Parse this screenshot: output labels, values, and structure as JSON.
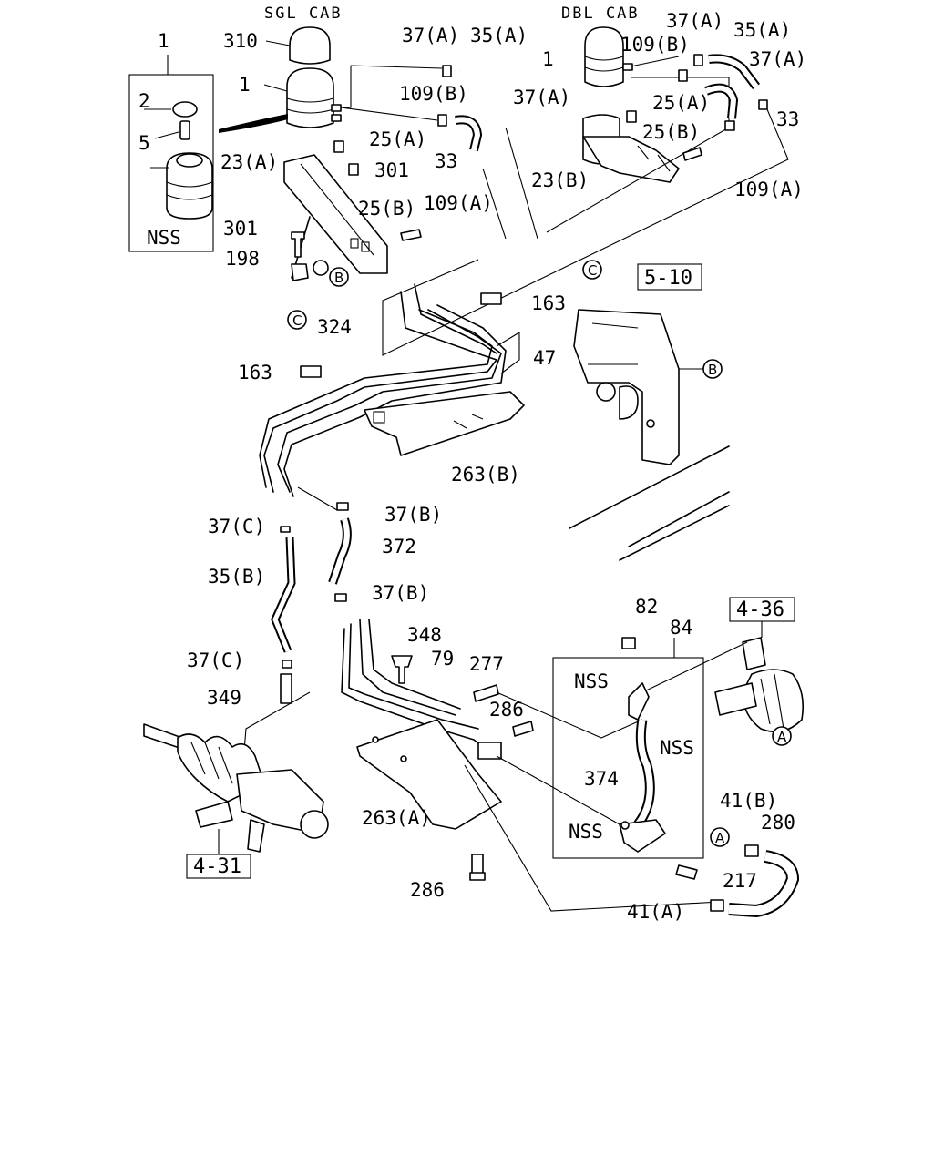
{
  "headers": {
    "sgl_cab": "SGL CAB",
    "dbl_cab": "DBL CAB"
  },
  "references": [
    "5-10",
    "4-36",
    "4-31"
  ],
  "circle_markers": {
    "A": "A",
    "B": "B",
    "C": "C"
  },
  "callouts": [
    {
      "id": "c1",
      "text": "1"
    },
    {
      "id": "c310",
      "text": "310"
    },
    {
      "id": "c1b",
      "text": "1"
    },
    {
      "id": "c2",
      "text": "2"
    },
    {
      "id": "c5",
      "text": "5"
    },
    {
      "id": "cnss1",
      "text": "NSS"
    },
    {
      "id": "c37a1",
      "text": "37(A)"
    },
    {
      "id": "c35a1",
      "text": "35(A)"
    },
    {
      "id": "c109b1",
      "text": "109(B)"
    },
    {
      "id": "c37a2",
      "text": "37(A)"
    },
    {
      "id": "c25a1",
      "text": "25(A)"
    },
    {
      "id": "c23a",
      "text": "23(A)"
    },
    {
      "id": "c301a",
      "text": "301"
    },
    {
      "id": "c33a",
      "text": "33"
    },
    {
      "id": "c109a1",
      "text": "109(A)"
    },
    {
      "id": "c25b1",
      "text": "25(B)"
    },
    {
      "id": "c301b",
      "text": "301"
    },
    {
      "id": "c198",
      "text": "198"
    },
    {
      "id": "c324",
      "text": "324"
    },
    {
      "id": "c1c",
      "text": "1"
    },
    {
      "id": "c109b2",
      "text": "109(B)"
    },
    {
      "id": "c37a3",
      "text": "37(A)"
    },
    {
      "id": "c35a2",
      "text": "35(A)"
    },
    {
      "id": "c37a4",
      "text": "37(A)"
    },
    {
      "id": "c25a2",
      "text": "25(A)"
    },
    {
      "id": "c25b2",
      "text": "25(B)"
    },
    {
      "id": "c33b",
      "text": "33"
    },
    {
      "id": "c23b",
      "text": "23(B)"
    },
    {
      "id": "c109a2",
      "text": "109(A)"
    },
    {
      "id": "c163a",
      "text": "163"
    },
    {
      "id": "c47",
      "text": "47"
    },
    {
      "id": "c163b",
      "text": "163"
    },
    {
      "id": "c263b",
      "text": "263(B)"
    },
    {
      "id": "c37b1",
      "text": "37(B)"
    },
    {
      "id": "c37c1",
      "text": "37(C)"
    },
    {
      "id": "c372",
      "text": "372"
    },
    {
      "id": "c35b",
      "text": "35(B)"
    },
    {
      "id": "c37b2",
      "text": "37(B)"
    },
    {
      "id": "c348",
      "text": "348"
    },
    {
      "id": "c79",
      "text": "79"
    },
    {
      "id": "c37c2",
      "text": "37(C)"
    },
    {
      "id": "c349",
      "text": "349"
    },
    {
      "id": "c277",
      "text": "277"
    },
    {
      "id": "c286a",
      "text": "286"
    },
    {
      "id": "c263a",
      "text": "263(A)"
    },
    {
      "id": "c286b",
      "text": "286"
    },
    {
      "id": "c82",
      "text": "82"
    },
    {
      "id": "c84",
      "text": "84"
    },
    {
      "id": "cnss2",
      "text": "NSS"
    },
    {
      "id": "cnss3",
      "text": "NSS"
    },
    {
      "id": "c374",
      "text": "374"
    },
    {
      "id": "cnss4",
      "text": "NSS"
    },
    {
      "id": "c41b",
      "text": "41(B)"
    },
    {
      "id": "c280",
      "text": "280"
    },
    {
      "id": "c217",
      "text": "217"
    },
    {
      "id": "c41a",
      "text": "41(A)"
    }
  ]
}
